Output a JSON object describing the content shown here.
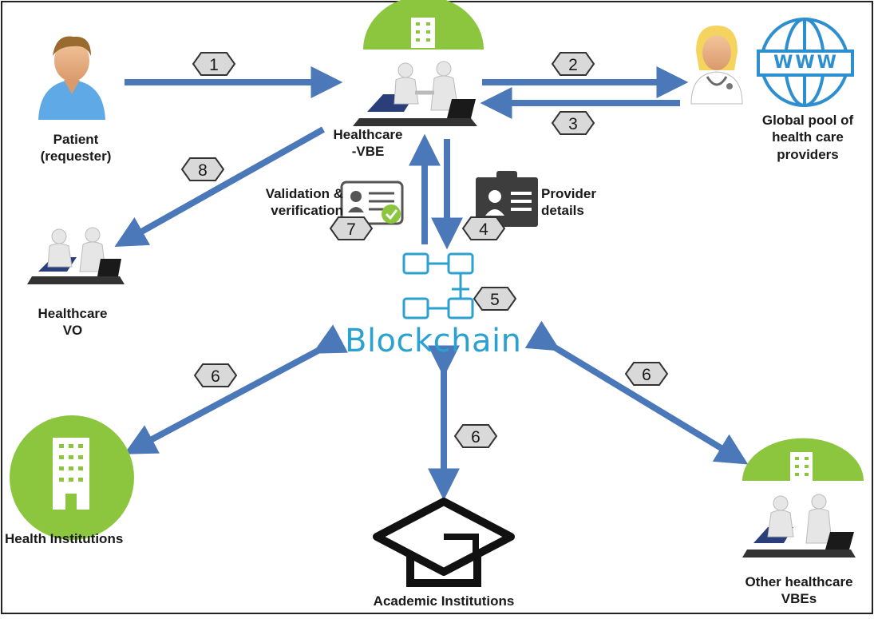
{
  "labels": {
    "patient": [
      "Patient",
      "(requester)"
    ],
    "healthcare_vbe": [
      "Healthcare",
      "-VBE"
    ],
    "global_pool": [
      "Global pool of",
      "health care",
      "providers"
    ],
    "validation": [
      "Validation &",
      "verification"
    ],
    "provider_details": [
      "Provider",
      "details"
    ],
    "healthcare_vo": [
      "Healthcare",
      "VO"
    ],
    "blockchain": "Blockchain",
    "health_institutions": "Health Institutions",
    "academic_institutions": "Academic Institutions",
    "other_vbes": [
      "Other healthcare",
      "VBEs"
    ],
    "www": "www"
  },
  "steps": {
    "s1": "1",
    "s2": "2",
    "s3": "3",
    "s4": "4",
    "s5": "5",
    "s6a": "6",
    "s6b": "6",
    "s6c": "6",
    "s7": "7",
    "s8": "8"
  },
  "colors": {
    "arrow": "#4a78b8",
    "arrow_dark": "#2f5d9c",
    "green": "#8cc63e",
    "blockchain": "#2ba1cf",
    "badge": "#d9d9d9",
    "www_blue": "#2e8fd0"
  }
}
